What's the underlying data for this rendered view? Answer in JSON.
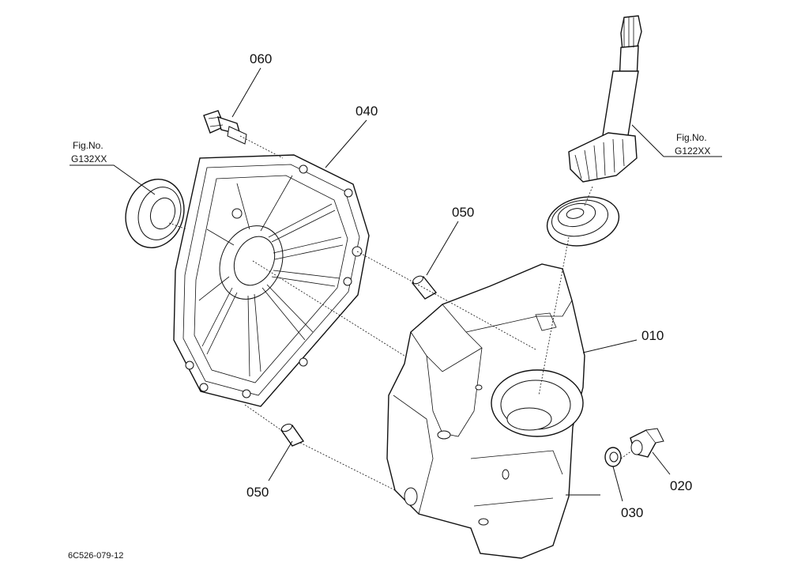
{
  "parts": [
    {
      "id": "010",
      "label": "010"
    },
    {
      "id": "020",
      "label": "020"
    },
    {
      "id": "030",
      "label": "030"
    },
    {
      "id": "040",
      "label": "040"
    },
    {
      "id": "050a",
      "label": "050"
    },
    {
      "id": "050b",
      "label": "050"
    },
    {
      "id": "060",
      "label": "060"
    }
  ],
  "figure_refs": [
    {
      "prefix": "Fig.No.",
      "code": "G132XX"
    },
    {
      "prefix": "Fig.No.",
      "code": "G122XX"
    }
  ],
  "document_code": "6C526-079-12"
}
